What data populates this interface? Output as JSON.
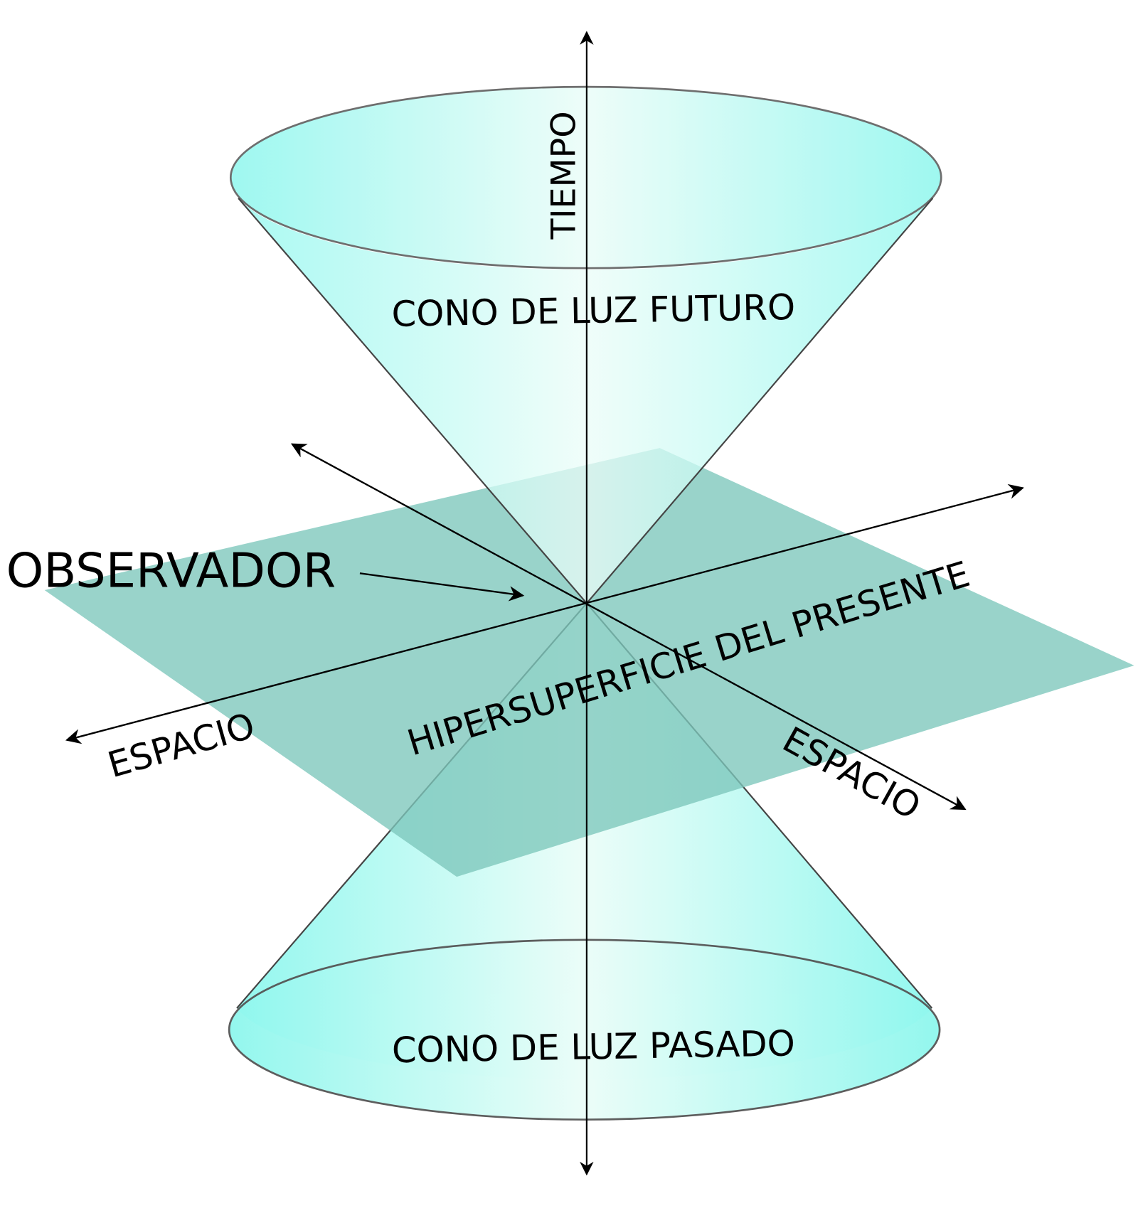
{
  "labels": {
    "time_axis": "TIEMPO",
    "future_cone": "CONO DE LUZ FUTURO",
    "past_cone": "CONO DE LUZ PASADO",
    "observer": "OBSERVADOR",
    "hypersurface": "HIPERSUPERFICIE DEL PRESENTE",
    "space_left": "ESPACIO",
    "space_right": "ESPACIO"
  },
  "colors": {
    "cone_edge": "#8ef7ee",
    "cone_center": "#ebfdf8",
    "plane": "#7cc6bb",
    "outline": "#555555",
    "axis": "#000000"
  }
}
